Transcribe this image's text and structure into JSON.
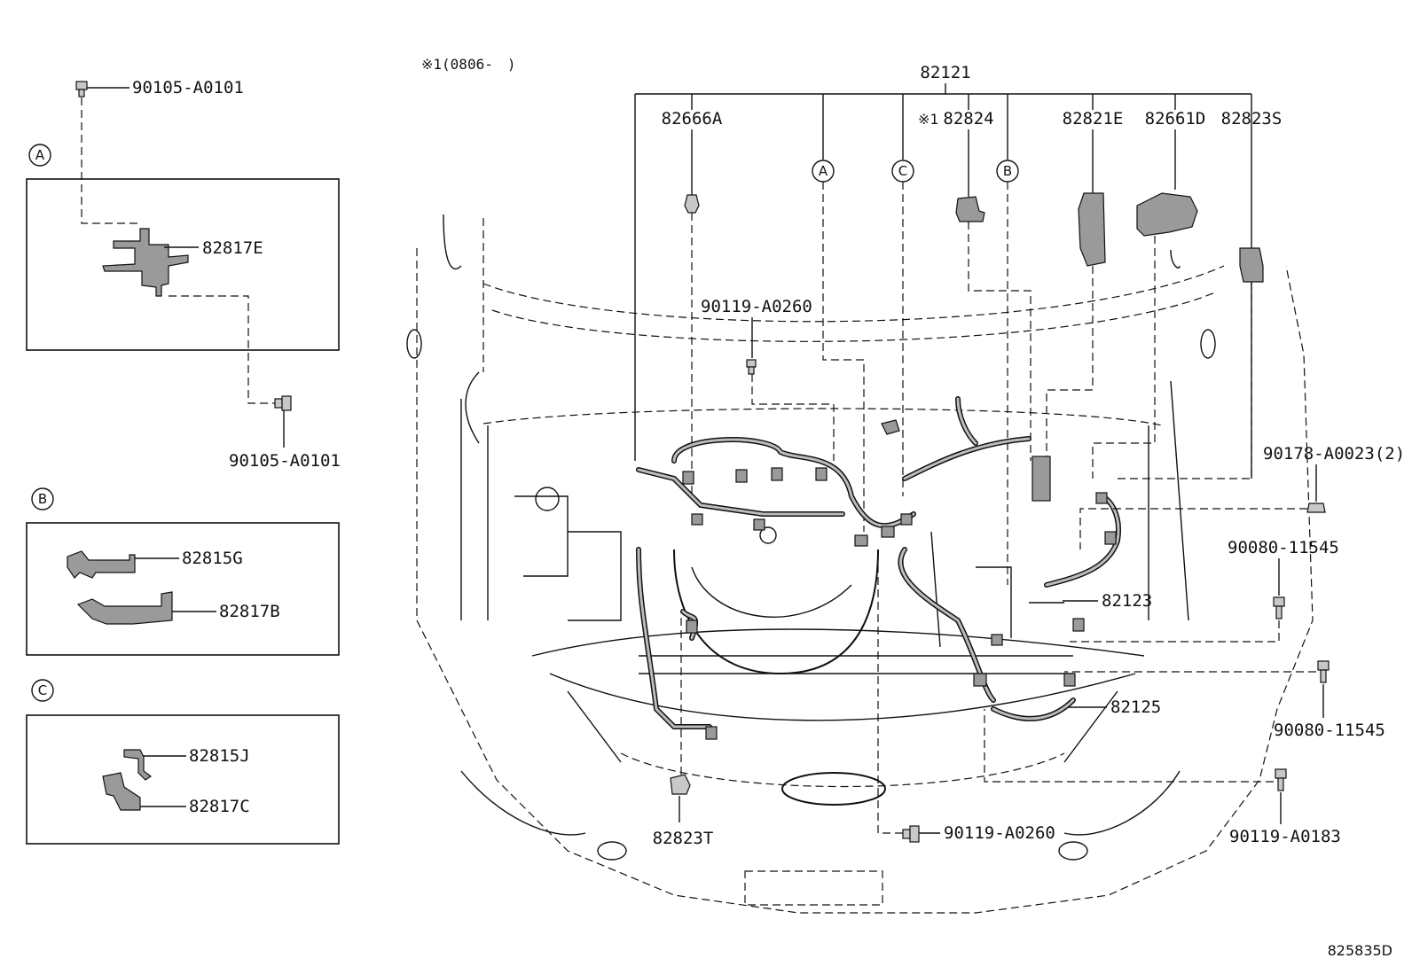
{
  "note_ref": "※1(0806-　)",
  "note_mark": "※1",
  "diagram_id": "825835D",
  "detail_boxes": [
    {
      "circle": "A",
      "parts": [
        "82817E"
      ]
    },
    {
      "circle": "B",
      "parts": [
        "82815G",
        "82817B"
      ]
    },
    {
      "circle": "C",
      "parts": [
        "82815J",
        "82817C"
      ]
    }
  ],
  "labels": {
    "bolt_a_top": "90105-A0101",
    "bolt_a_bottom": "90105-A0101",
    "part_82817E": "82817E",
    "part_82815G": "82815G",
    "part_82817B": "82817B",
    "part_82815J": "82815J",
    "part_82817C": "82817C",
    "main_harness": "82121",
    "part_82666A": "82666A",
    "part_82824": "82824",
    "part_82821E": "82821E",
    "part_82661D": "82661D",
    "part_82823S": "82823S",
    "bolt_90119_A0260_upper": "90119-A0260",
    "bolt_90119_A0260_lower": "90119-A0260",
    "nut_90178": "90178-A0023(2)",
    "bolt_90080_upper": "90080-11545",
    "bolt_90080_lower": "90080-11545",
    "bolt_90119_A0183": "90119-A0183",
    "part_82123": "82123",
    "part_82125": "82125",
    "part_82823T": "82823T"
  },
  "callout_circles": [
    "A",
    "C",
    "B"
  ]
}
